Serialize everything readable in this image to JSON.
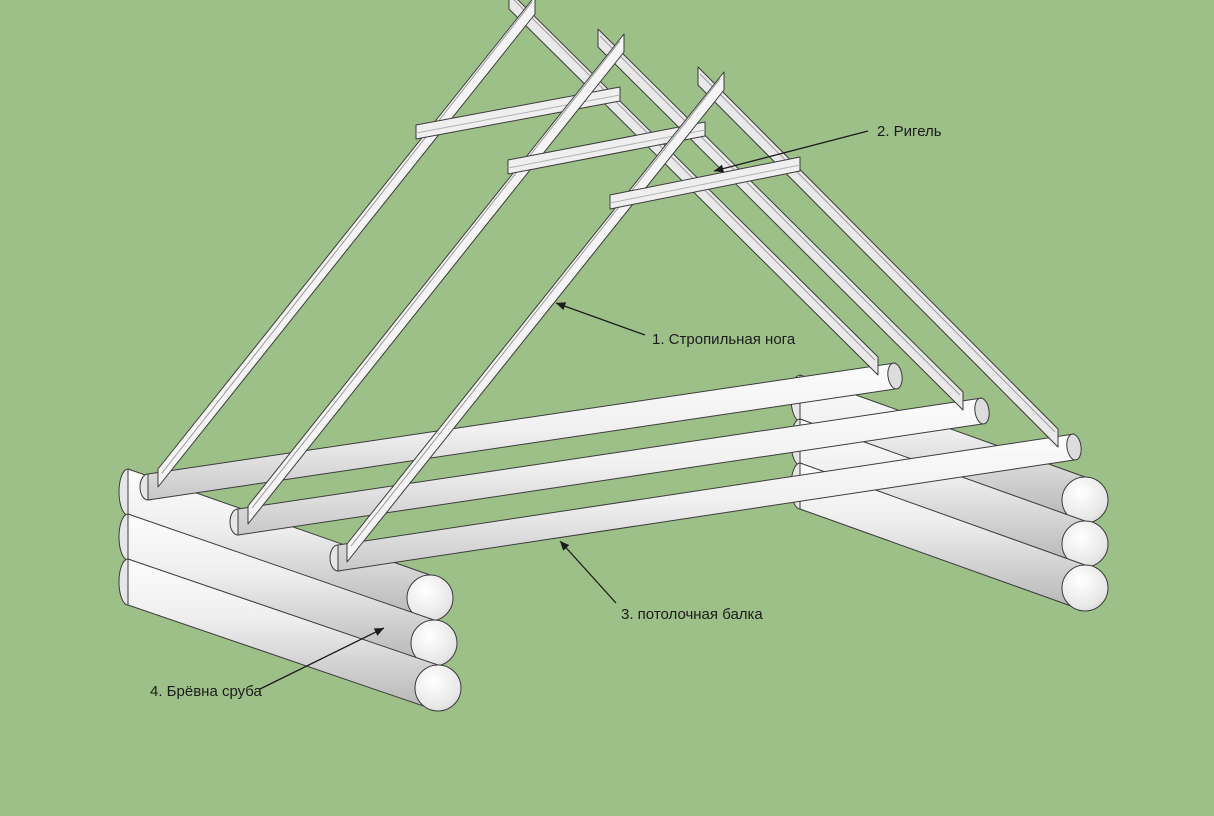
{
  "canvas": {
    "background": "#9dbf88"
  },
  "colors": {
    "background": "#9dbf88",
    "outline": "#3c3c3c",
    "wood_light": "#f4f4f4",
    "wood_shaded": "#e9e9e9",
    "leader_line": "#1c1c1c",
    "label_text": "#1c1c1c"
  },
  "labels": {
    "rafter_leg": {
      "text": "1. Стропильная нога"
    },
    "rigel": {
      "text": "2. Ригель"
    },
    "ceiling_beam": {
      "text": "3. потолочная балка"
    },
    "log_wall": {
      "text": "4. Брёвна сруба"
    }
  },
  "parts": {
    "truss_count": 3,
    "ceiling_beam_count": 3,
    "wall_log_count_left": 3,
    "wall_log_count_right": 3
  }
}
